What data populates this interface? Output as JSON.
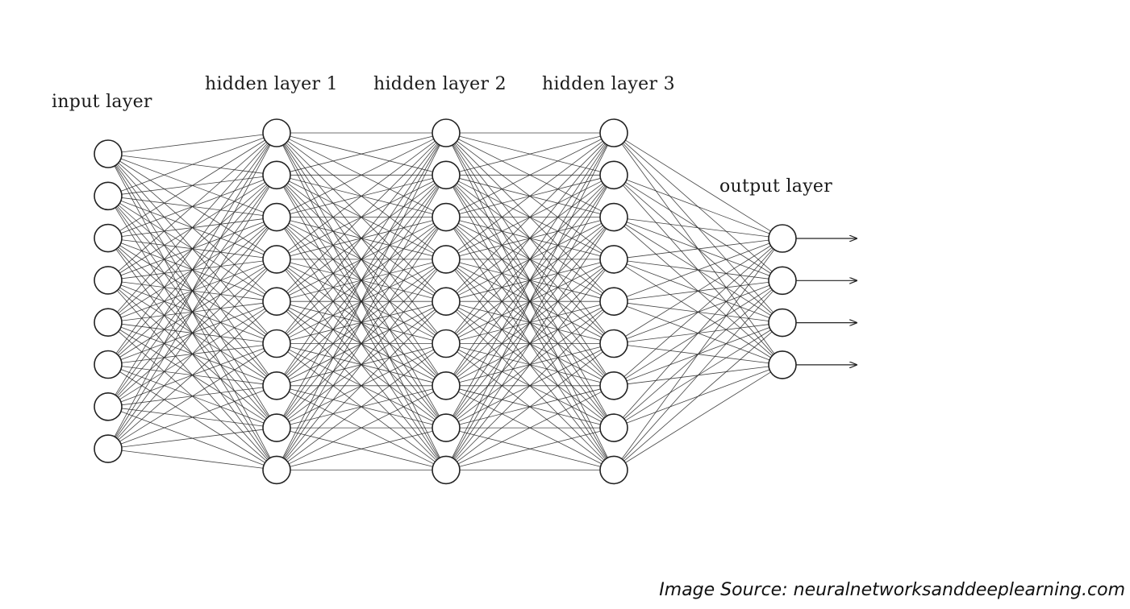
{
  "diagram": {
    "layers": [
      {
        "key": "input",
        "label": "input layer",
        "nodes": 8
      },
      {
        "key": "hidden1",
        "label": "hidden layer 1",
        "nodes": 9
      },
      {
        "key": "hidden2",
        "label": "hidden layer 2",
        "nodes": 9
      },
      {
        "key": "hidden3",
        "label": "hidden layer 3",
        "nodes": 9
      },
      {
        "key": "output",
        "label": "output layer",
        "nodes": 4
      }
    ],
    "connections": "fully-connected",
    "outputs_have_arrows": true,
    "colors": {
      "stroke": "#222222",
      "node_fill": "#ffffff",
      "background": "#ffffff"
    }
  },
  "source_credit": "Image Source: neuralnetworksanddeeplearning.com"
}
